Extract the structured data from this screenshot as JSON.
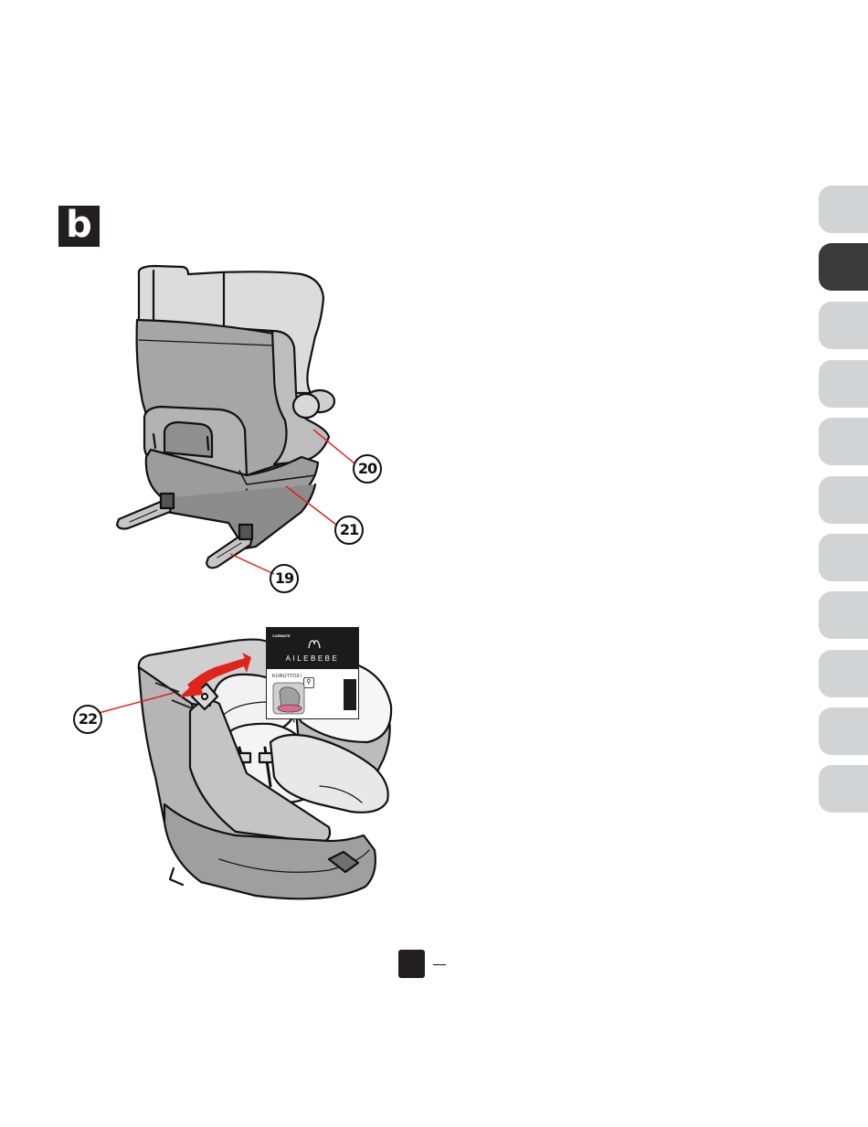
{
  "section": {
    "letter": "b"
  },
  "callouts": {
    "c20": "20",
    "c21": "21",
    "c19": "19",
    "c22": "22"
  },
  "label_card": {
    "brand_small": "CARMATE",
    "brand": "AILEBEBE",
    "model": "KURUTTO3 i"
  },
  "colors": {
    "callout_line": "#e0241b",
    "arrow": "#e0241b",
    "tab_active": "#3a3a3a",
    "tab_inactive": "#d2d3d5"
  },
  "side_tabs": {
    "count": 11,
    "active_index": 1
  }
}
